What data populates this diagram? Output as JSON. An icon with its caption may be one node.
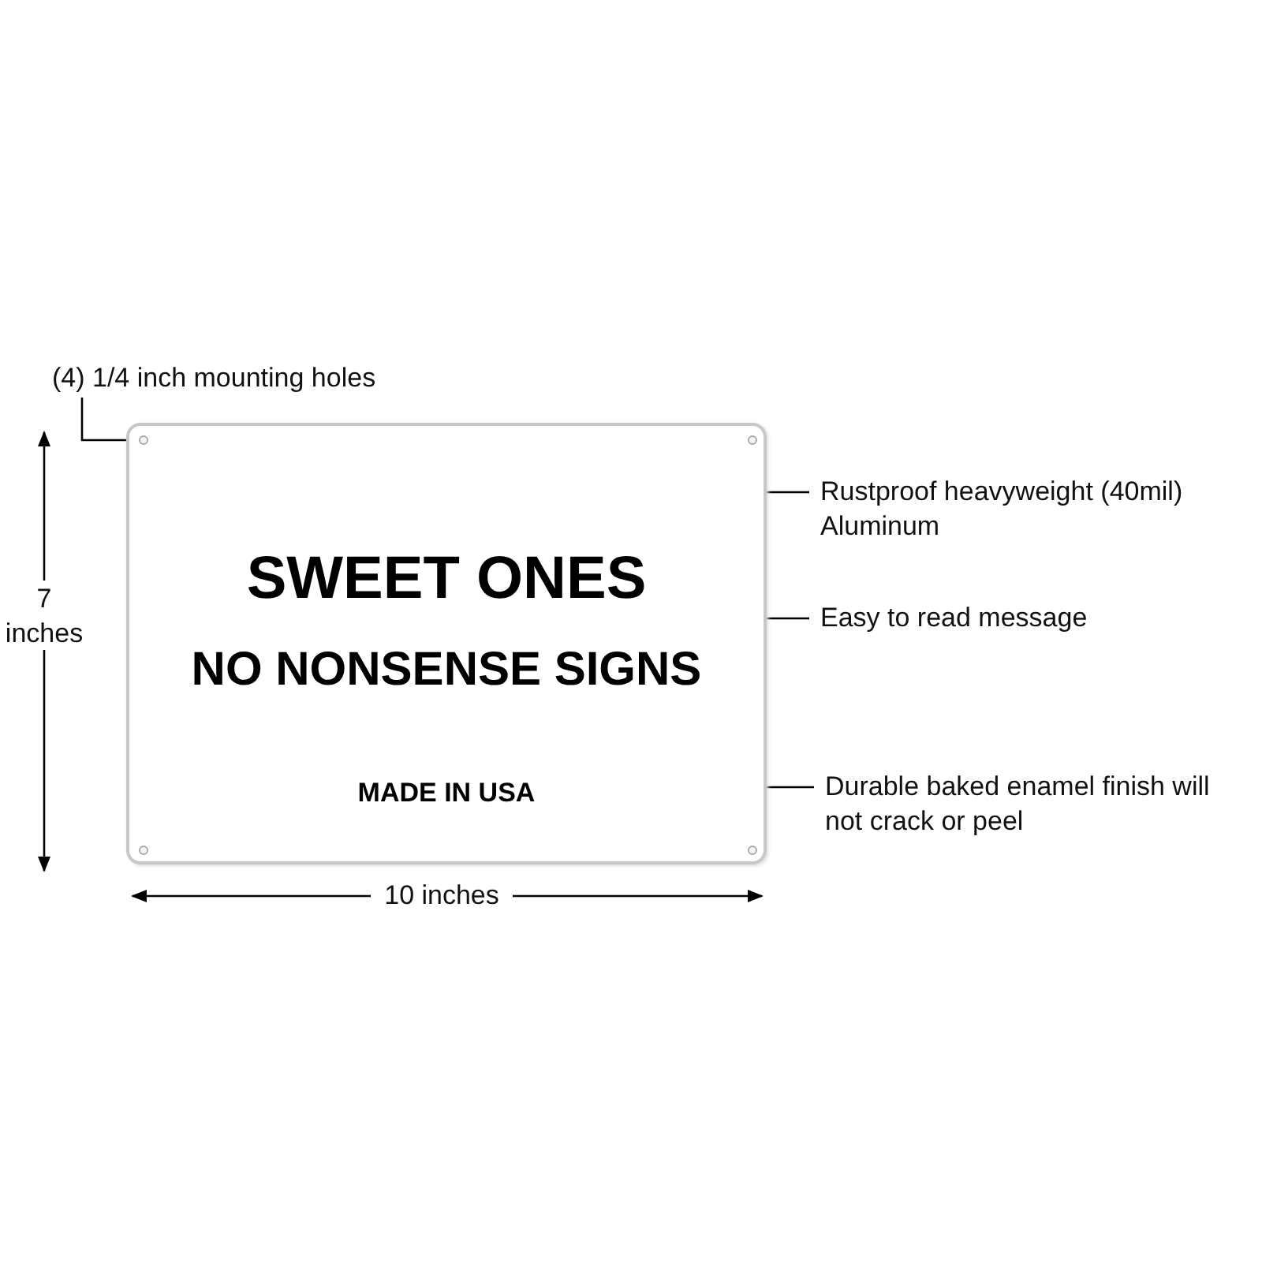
{
  "diagram": {
    "nodes": [
      {
        "text": [
          "SWEET ONES",
          "NO NONSENSE SIGNS",
          "MADE IN USA"
        ]
      },
      {
        "text": [],
        "shape": "circle",
        "in": 0
      },
      {
        "text": [],
        "shape": "circle",
        "in": 0
      },
      {
        "text": [],
        "shape": "circle",
        "in": 0
      },
      {
        "text": [],
        "shape": "circle",
        "in": 0
      },
      {
        "text": [
          "(4) 1/4 inch mounting holes"
        ]
      },
      {
        "text": [
          "Rustproof heavyweight (40mil) Aluminum"
        ]
      },
      {
        "text": [
          "Easy to read message"
        ]
      },
      {
        "text": [
          "Durable baked enamel finish will not crack or peel"
        ]
      }
    ],
    "edges": [
      {
        "from": 5,
        "to": 1,
        "arrow": "none"
      },
      {
        "from": 6,
        "to": 0,
        "arrow": "none"
      },
      {
        "from": 7,
        "to": 0,
        "arrow": "none"
      },
      {
        "from": 8,
        "to": 0,
        "arrow": "none"
      }
    ],
    "labels": [
      "7 inches",
      "10 inches"
    ]
  }
}
